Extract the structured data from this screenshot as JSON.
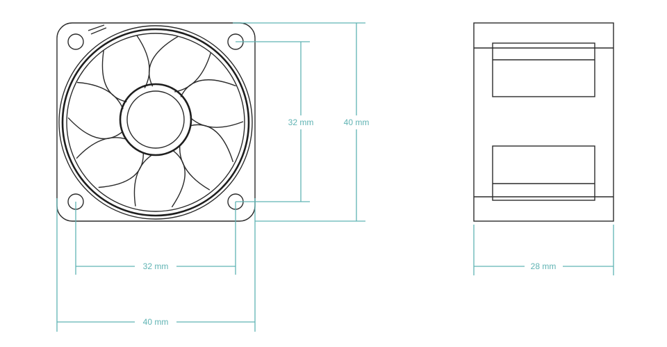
{
  "colors": {
    "outline": "#2a2a2a",
    "dimension": "#5fb3b3",
    "background": "#ffffff"
  },
  "front_view": {
    "dim_hole_spacing_vertical": "32 mm",
    "dim_overall_height": "40 mm",
    "dim_hole_spacing_horizontal": "32 mm",
    "dim_overall_width": "40 mm"
  },
  "side_view": {
    "dim_depth": "28 mm"
  }
}
